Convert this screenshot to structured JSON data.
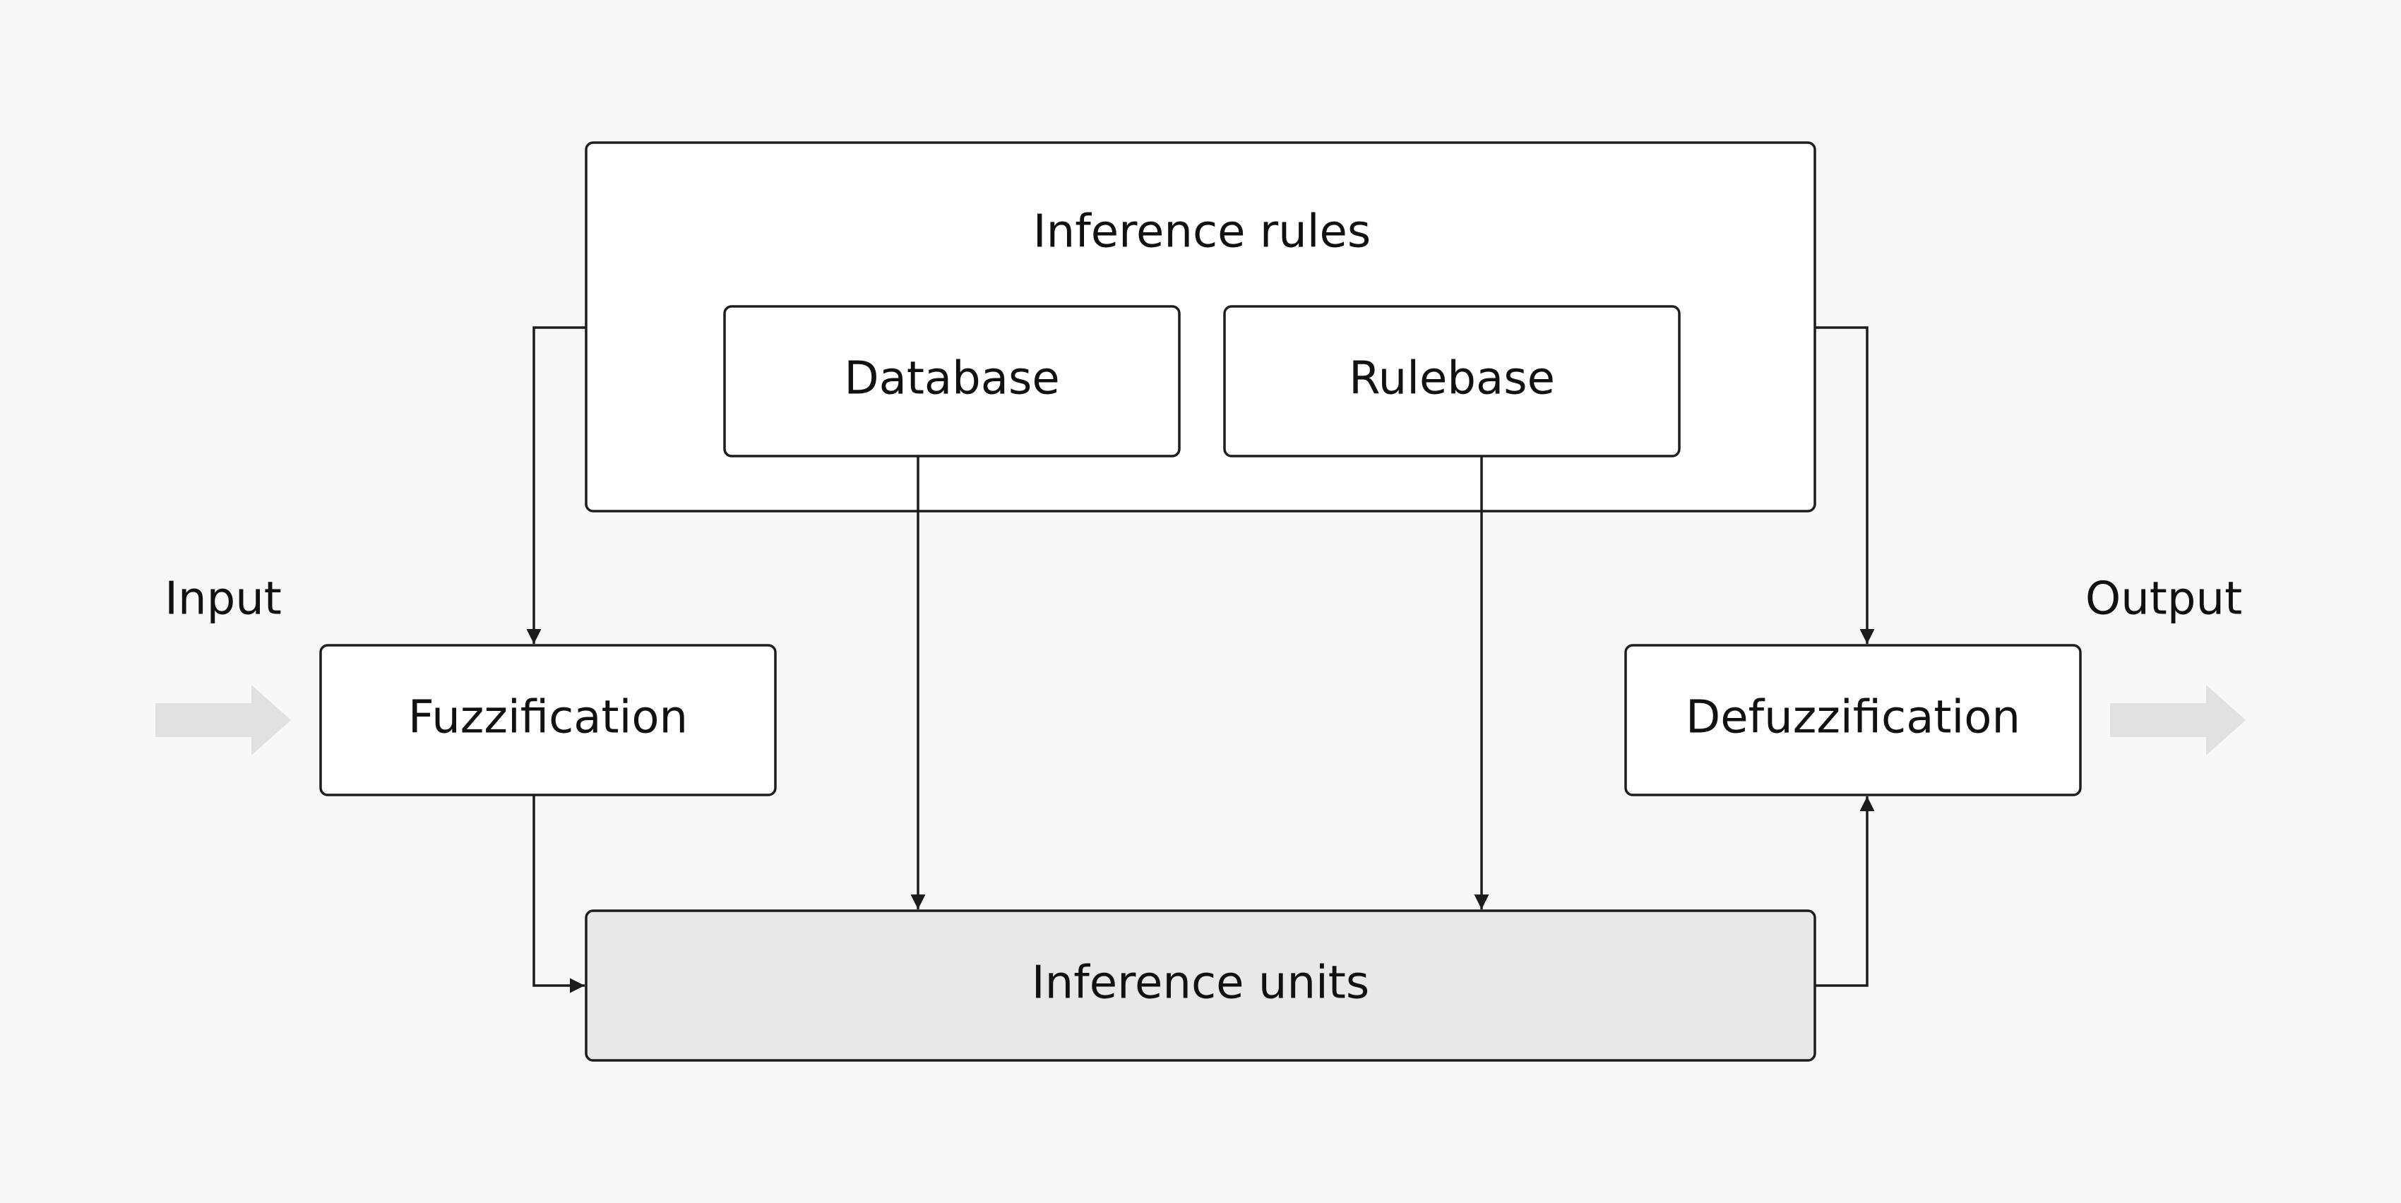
{
  "nodes": {
    "inference_rules": "Inference rules",
    "database": "Database",
    "rulebase": "Rulebase",
    "fuzzification": "Fuzzification",
    "defuzzification": "Defuzzification",
    "inference_units": "Inference units"
  },
  "io": {
    "input": "Input",
    "output": "Output"
  },
  "colors": {
    "background": "#f8f8f8",
    "box_fill": "#ffffff",
    "shaded_box_fill": "#e8e8e8",
    "stroke": "#1c1c1c",
    "io_arrow": "#e1e1e1"
  },
  "icons": {
    "input_arrow": "arrow-right-icon",
    "output_arrow": "arrow-right-icon"
  }
}
